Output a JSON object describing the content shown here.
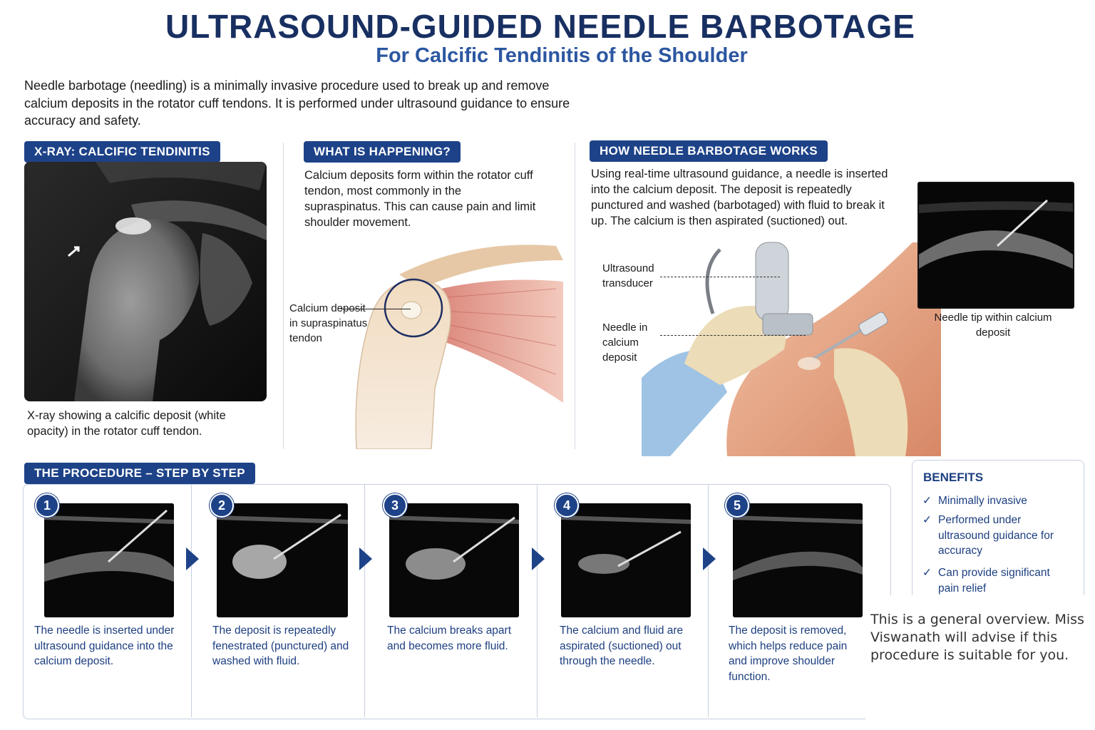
{
  "header": {
    "title": "ULTRASOUND-GUIDED NEEDLE BARBOTAGE",
    "subtitle": "For Calcific Tendinitis of the Shoulder"
  },
  "intro": "Needle barbotage (needling) is a minimally invasive procedure used to break up and remove calcium deposits in the rotator cuff tendons. It is performed under ultrasound guidance to ensure accuracy and safety.",
  "xray": {
    "heading": "X-RAY: CALCIFIC TENDINITIS",
    "caption": "X-ray showing a calcific deposit (white opacity) in the rotator cuff tendon."
  },
  "happening": {
    "heading": "WHAT IS HAPPENING?",
    "text": "Calcium deposits form within the rotator cuff tendon, most commonly in the supraspinatus. This can cause pain and limit shoulder movement.",
    "label": "Calcium deposit in supraspinatus tendon"
  },
  "how": {
    "heading": "HOW NEEDLE BARBOTAGE WORKS",
    "text": "Using real-time ultrasound guidance, a needle is inserted into the calcium deposit. The deposit is repeatedly punctured and washed (barbotaged) with fluid to break it up. The calcium is then aspirated (suctioned) out.",
    "label_transducer": "Ultrasound transducer",
    "label_needle": "Needle in calcium deposit",
    "inset_caption": "Needle tip within calcium deposit"
  },
  "procedure": {
    "heading": "THE PROCEDURE – STEP BY STEP",
    "steps": [
      {
        "num": "1",
        "caption": "The needle is inserted under ultrasound guidance into the calcium deposit."
      },
      {
        "num": "2",
        "caption": "The deposit is repeatedly fenestrated (punctured) and washed with fluid."
      },
      {
        "num": "3",
        "caption": "The calcium breaks apart and becomes more fluid."
      },
      {
        "num": "4",
        "caption": "The calcium and fluid are aspirated (suctioned) out through the needle."
      },
      {
        "num": "5",
        "caption": "The deposit is removed, which helps reduce pain and improve shoulder function."
      }
    ]
  },
  "benefits": {
    "heading": "BENEFITS",
    "items": [
      "Minimally invasive",
      "Performed under ultrasound guidance for accuracy",
      "Can provide significant pain relief"
    ]
  },
  "note": "This is a general overview. Miss Viswanath will advise if this procedure is suitable for you.",
  "colors": {
    "navy": "#1d4288",
    "title": "#182f61",
    "subtitle": "#2c57a1",
    "muscle": "#c85a52",
    "skin": "#e7a07f"
  }
}
